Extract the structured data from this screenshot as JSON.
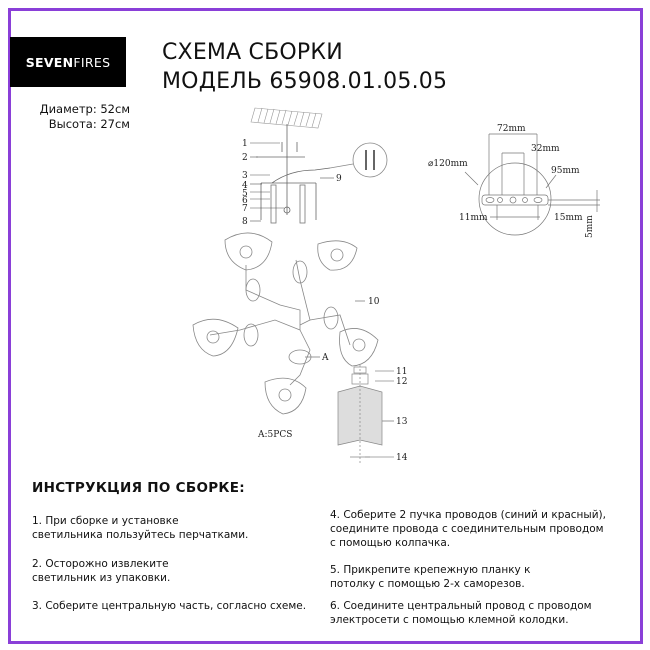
{
  "frame": {
    "border_color": "#8a3fd8"
  },
  "logo": {
    "bold_part": "SEVEN",
    "light_part": "FIRES"
  },
  "title": {
    "line1": "СХЕМА СБОРКИ",
    "line2": "МОДЕЛЬ 65908.01.05.05"
  },
  "dimensions": {
    "diameter": "Диаметр: 52см",
    "height": "Высота: 27см"
  },
  "diagram": {
    "part_labels": [
      "1",
      "2",
      "3",
      "4",
      "5",
      "6",
      "7",
      "8",
      "9",
      "10",
      "11",
      "12",
      "13",
      "14"
    ],
    "callout_a": "A",
    "a_quantity": "A:5PCS",
    "mount": {
      "diameter": "⌀120mm",
      "d72": "72mm",
      "d32": "32mm",
      "d95": "95mm",
      "d11": "11mm",
      "d15": "15mm",
      "d5": "5mm"
    }
  },
  "instructions": {
    "heading": "ИНСТРУКЦИЯ ПО СБОРКЕ:",
    "steps": [
      {
        "line1": "1. При сборке и установке",
        "line2": "светильника пользуйтесь перчатками.",
        "line3": ""
      },
      {
        "line1": "2. Осторожно извлеките",
        "line2": "светильник из упаковки.",
        "line3": ""
      },
      {
        "line1": "3. Соберите центральную часть, согласно схеме.",
        "line2": "",
        "line3": ""
      },
      {
        "line1": "4. Соберите 2 пучка проводов (синий и красный),",
        "line2": "соедините провода с соединительным проводом",
        "line3": "с помощью колпачка."
      },
      {
        "line1": "5. Прикрепите крепежную планку к",
        "line2": "потолку с помощью 2-х саморезов.",
        "line3": ""
      },
      {
        "line1": "6. Соедините центральный провод с проводом",
        "line2": "электросети с помощью клемной колодки.",
        "line3": ""
      }
    ]
  }
}
